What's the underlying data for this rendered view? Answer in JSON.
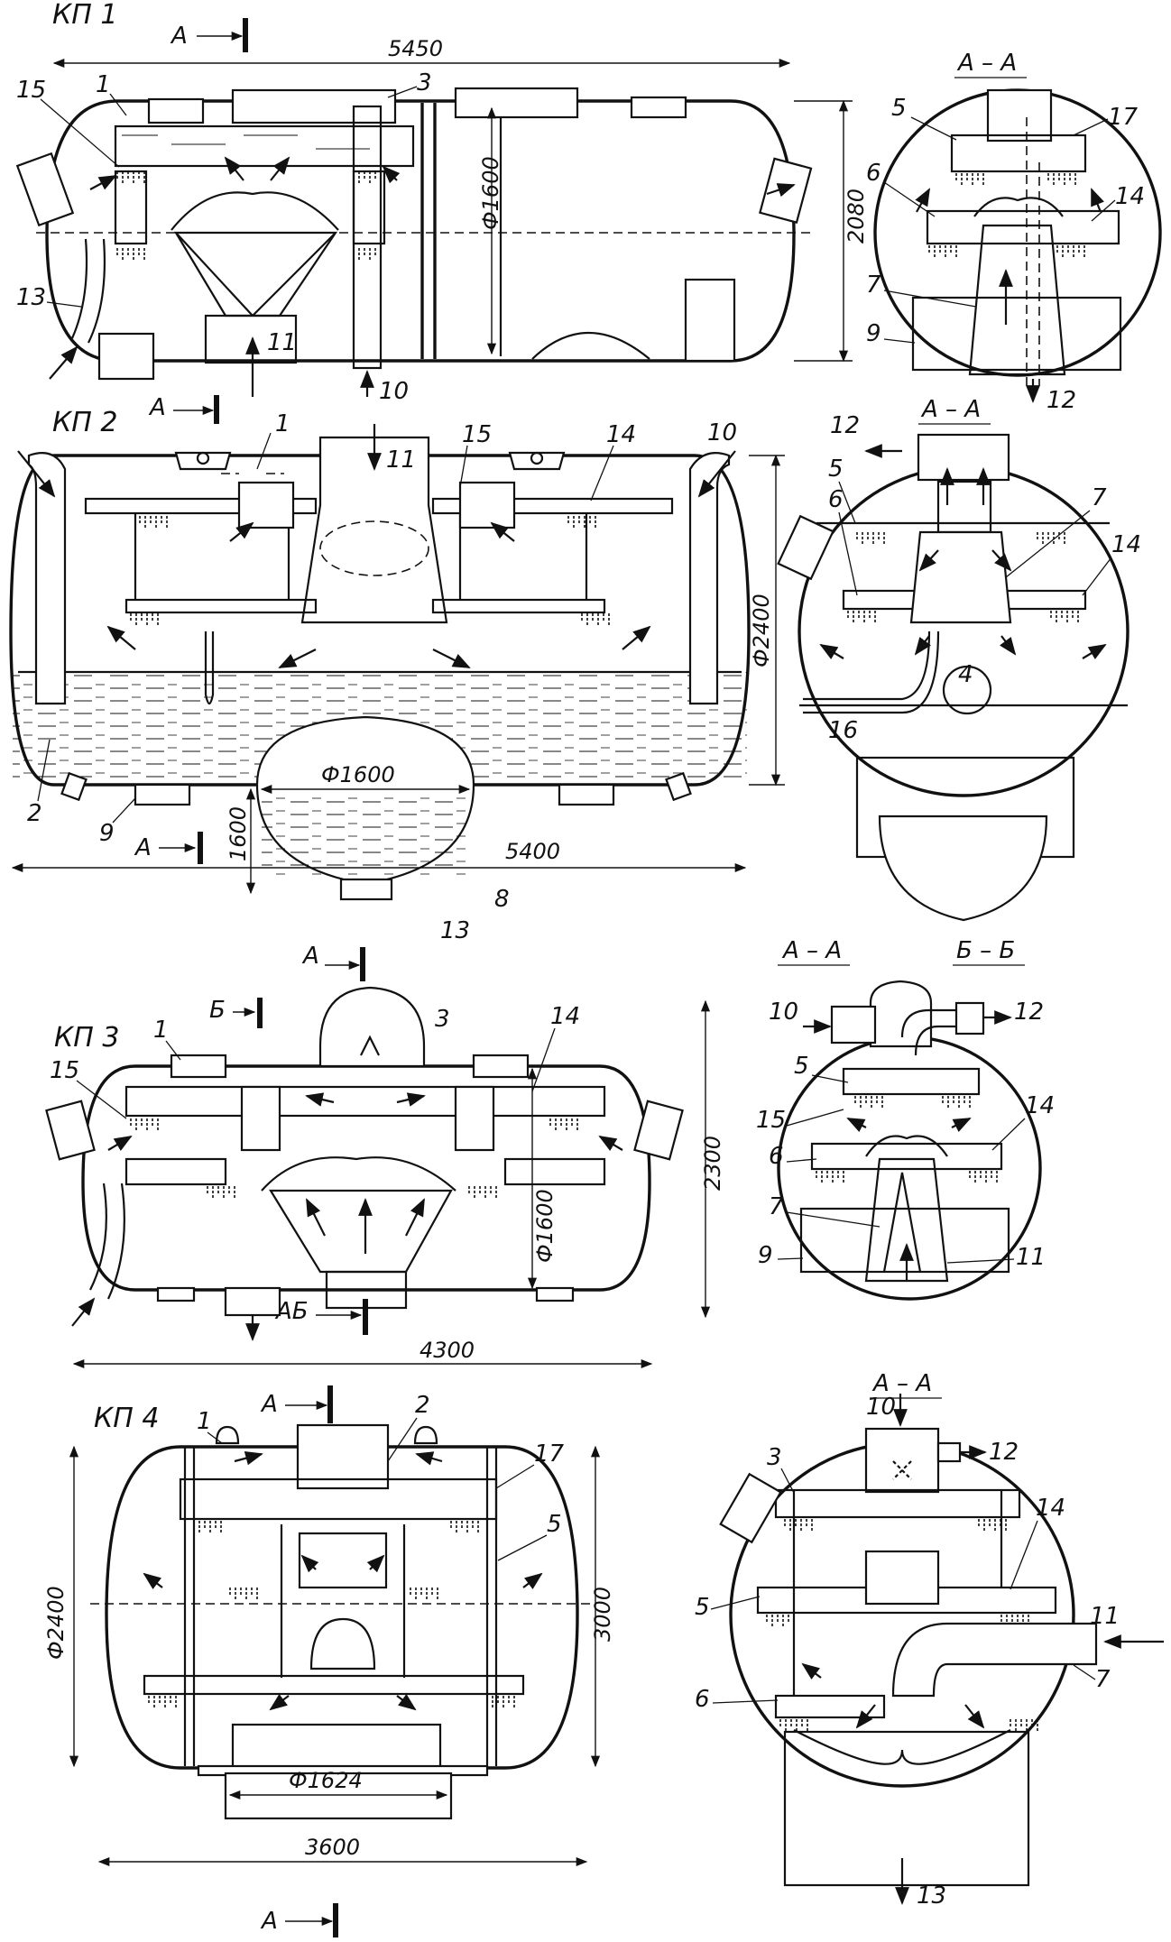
{
  "title": "",
  "sections": [
    {
      "id": "kp1",
      "name": "КП 1",
      "view_label": "А – А",
      "cut_marks": [
        "А"
      ],
      "dimensions": [
        "5450",
        "Ф1600",
        "2080"
      ],
      "callouts": [
        "1",
        "3",
        "15",
        "13",
        "11",
        "10",
        "5",
        "17",
        "6",
        "14",
        "7",
        "9",
        "12"
      ]
    },
    {
      "id": "kp2",
      "name": "КП 2",
      "view_label": "А – А",
      "cut_marks": [
        "А",
        "А"
      ],
      "dimensions": [
        "Ф2400",
        "Ф1600",
        "1600",
        "5400"
      ],
      "callouts": [
        "1",
        "11",
        "15",
        "14",
        "10",
        "2",
        "9",
        "8",
        "13",
        "12",
        "5",
        "6",
        "7",
        "14",
        "4",
        "16"
      ]
    },
    {
      "id": "kp3",
      "name": "КП 3",
      "view_labels": [
        "А – А",
        "Б – Б"
      ],
      "cut_marks": [
        "А",
        "Б",
        "АБ"
      ],
      "dimensions": [
        "2300",
        "Ф1600",
        "4300"
      ],
      "callouts": [
        "1",
        "3",
        "14",
        "15",
        "10",
        "12",
        "5",
        "15",
        "14",
        "6",
        "7",
        "9",
        "11"
      ]
    },
    {
      "id": "kp4",
      "name": "КП 4",
      "view_label": "А – А",
      "cut_marks": [
        "А",
        "А"
      ],
      "dimensions": [
        "Ф2400",
        "3000",
        "Ф1624",
        "3600"
      ],
      "callouts": [
        "1",
        "2",
        "17",
        "5",
        "10",
        "12",
        "3",
        "14",
        "5",
        "11",
        "6",
        "7",
        "13"
      ]
    }
  ]
}
